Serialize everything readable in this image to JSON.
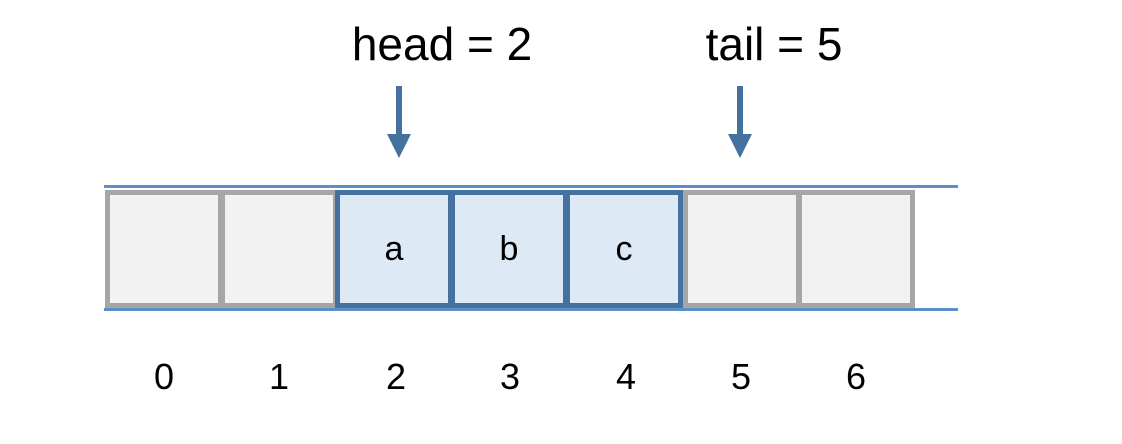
{
  "pointers": {
    "head_label": "head = 2",
    "tail_label": "tail = 5",
    "head_index": 2,
    "tail_index": 5
  },
  "cells": [
    "",
    "",
    "a",
    "b",
    "c",
    "",
    ""
  ],
  "indices": [
    "0",
    "1",
    "2",
    "3",
    "4",
    "5",
    "6"
  ],
  "colors": {
    "filled_cell": "#dde9f5",
    "filled_border": "#44719e",
    "empty_cell": "#f2f2f2",
    "empty_border": "#a6a6a6",
    "rail": "#5b8fc6",
    "arrow": "#44719e"
  }
}
